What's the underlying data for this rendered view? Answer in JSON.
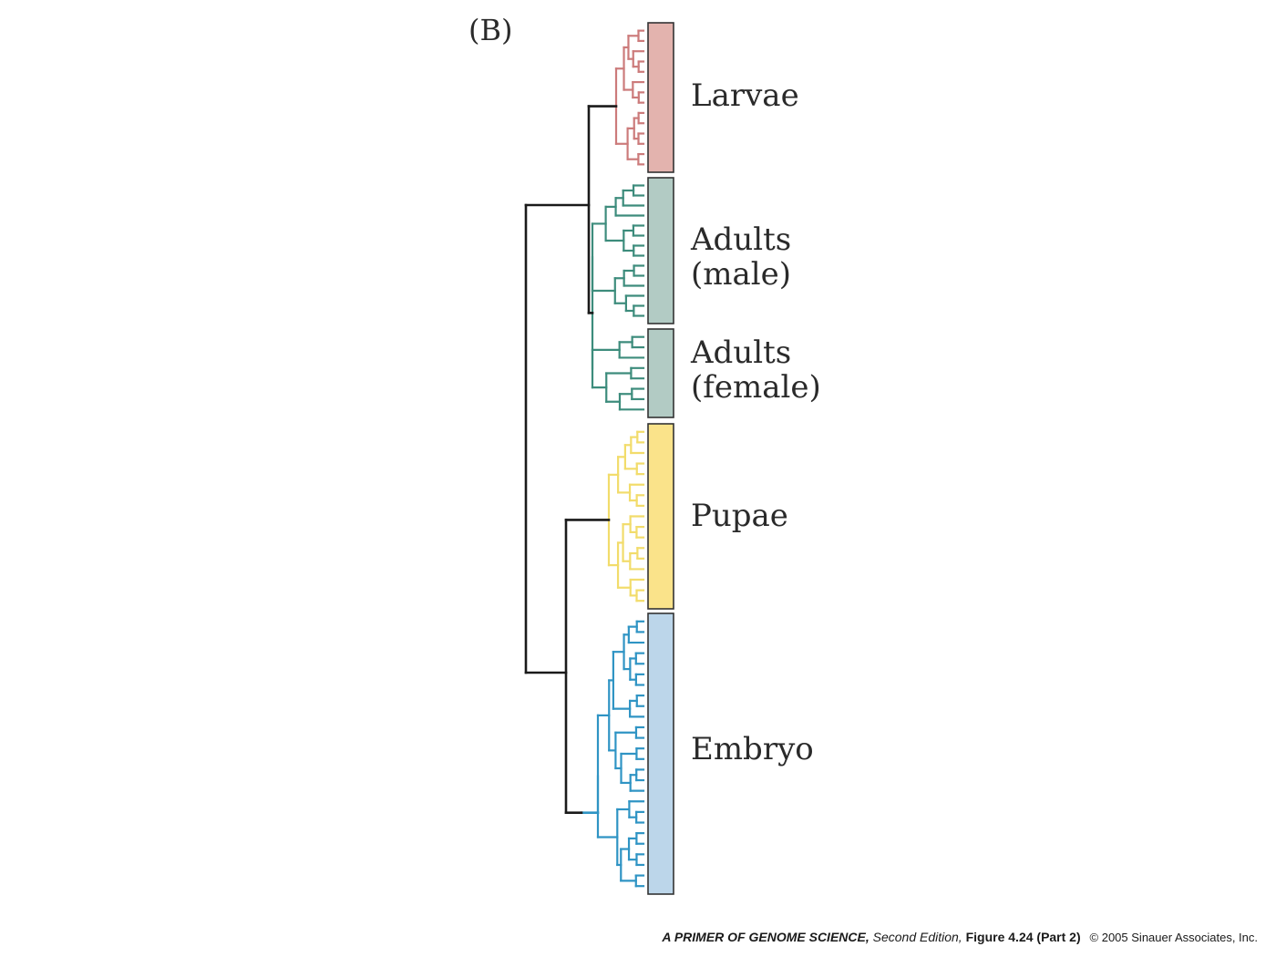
{
  "panel_label": "(B)",
  "colors": {
    "larvae": "#cc7b7b",
    "adults": "#3d8c7c",
    "pupae": "#f2dc6b",
    "embryo": "#2f94c4",
    "trunk": "#1a1a1a",
    "box_border": "#333333"
  },
  "groups": [
    {
      "key": "larvae",
      "lines": [
        "Larvae"
      ],
      "box_fill": "#e3b3ae",
      "leaf_count": 14
    },
    {
      "key": "adults_male",
      "lines": [
        "Adults",
        "(male)"
      ],
      "box_fill": "#b2cbc4",
      "leaf_count": 14
    },
    {
      "key": "adults_female",
      "lines": [
        "Adults",
        "(female)"
      ],
      "box_fill": "#b2cbc4",
      "leaf_count": 8
    },
    {
      "key": "pupae",
      "lines": [
        "Pupae"
      ],
      "box_fill": "#fae38a",
      "leaf_count": 17
    },
    {
      "key": "embryo",
      "lines": [
        "Embryo"
      ],
      "box_fill": "#bcd6ea",
      "leaf_count": 26
    }
  ],
  "footer": {
    "book": "A PRIMER OF GENOME SCIENCE,",
    "edition": "Second Edition,",
    "figure": "Figure 4.24 (Part 2)",
    "copyright": "© 2005 Sinauer Associates, Inc."
  }
}
